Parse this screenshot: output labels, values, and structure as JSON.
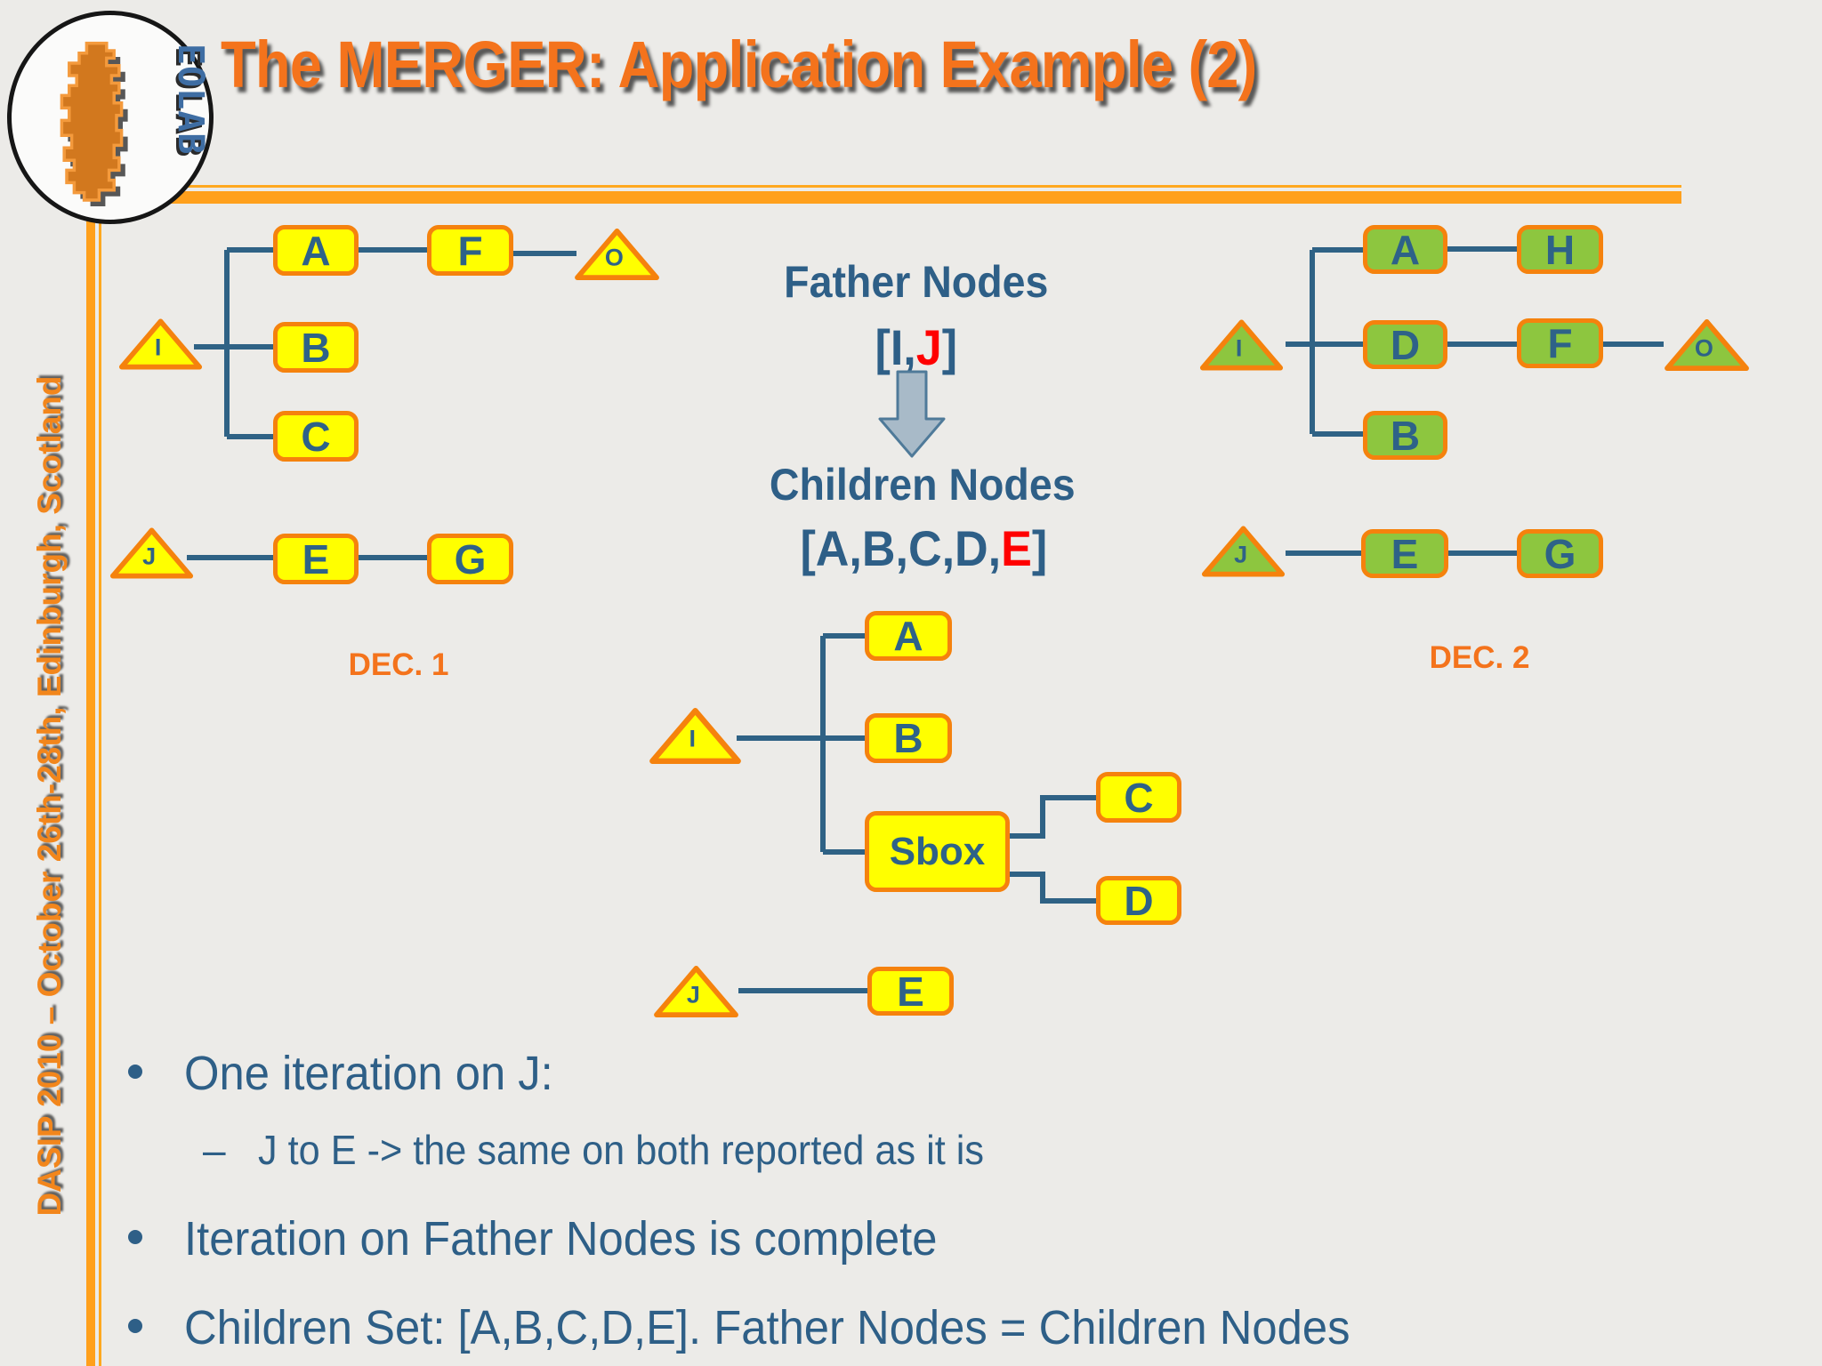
{
  "slide": {
    "title": "The MERGER: Application Example (2)",
    "sidebar_text": "DASIP 2010 – October 26th-28th, Edinburgh, Scotland",
    "logo_text": "EOLAB"
  },
  "colors": {
    "background": "#ECEBE8",
    "accent_orange": "#F5820D",
    "rule_orange": "#FFA01C",
    "title_orange": "#F4731C",
    "node_yellow": "#FFFF00",
    "node_green": "#8DC63F",
    "steel_blue": "#2E6288",
    "red": "#FF0000",
    "arrow_gray_blue": "#A8BAC8"
  },
  "center": {
    "father_title": "Father Nodes",
    "father_set": {
      "prefix": "[I,",
      "red": "J",
      "suffix": "]"
    },
    "children_title": "Children Nodes",
    "children_set": {
      "prefix": "[A,B,C,D,",
      "red": "E",
      "suffix": "]"
    },
    "arrow_icon": "down-block-arrow"
  },
  "dec1": {
    "label": "DEC. 1",
    "nodes": {
      "i": "I",
      "a": "A",
      "f": "F",
      "o": "O",
      "b": "B",
      "c": "C",
      "j": "J",
      "e": "E",
      "g": "G"
    }
  },
  "dec2": {
    "label": "DEC. 2",
    "nodes": {
      "i": "I",
      "a": "A",
      "h": "H",
      "d": "D",
      "f": "F",
      "o": "O",
      "b": "B",
      "j": "J",
      "e": "E",
      "g": "G"
    }
  },
  "merged": {
    "nodes": {
      "i": "I",
      "a": "A",
      "b": "B",
      "sbox": "Sbox",
      "c": "C",
      "d": "D",
      "j": "J",
      "e": "E"
    }
  },
  "bullets": [
    {
      "level": 1,
      "marker": "•",
      "text": "One iteration on J:"
    },
    {
      "level": 2,
      "marker": "–",
      "text": "J to E -> the same on both reported as it is"
    },
    {
      "level": 1,
      "marker": "•",
      "text": "Iteration on Father Nodes is complete"
    },
    {
      "level": 1,
      "marker": "•",
      "text": "Children Set: [A,B,C,D,E]. Father Nodes = Children Nodes"
    }
  ]
}
